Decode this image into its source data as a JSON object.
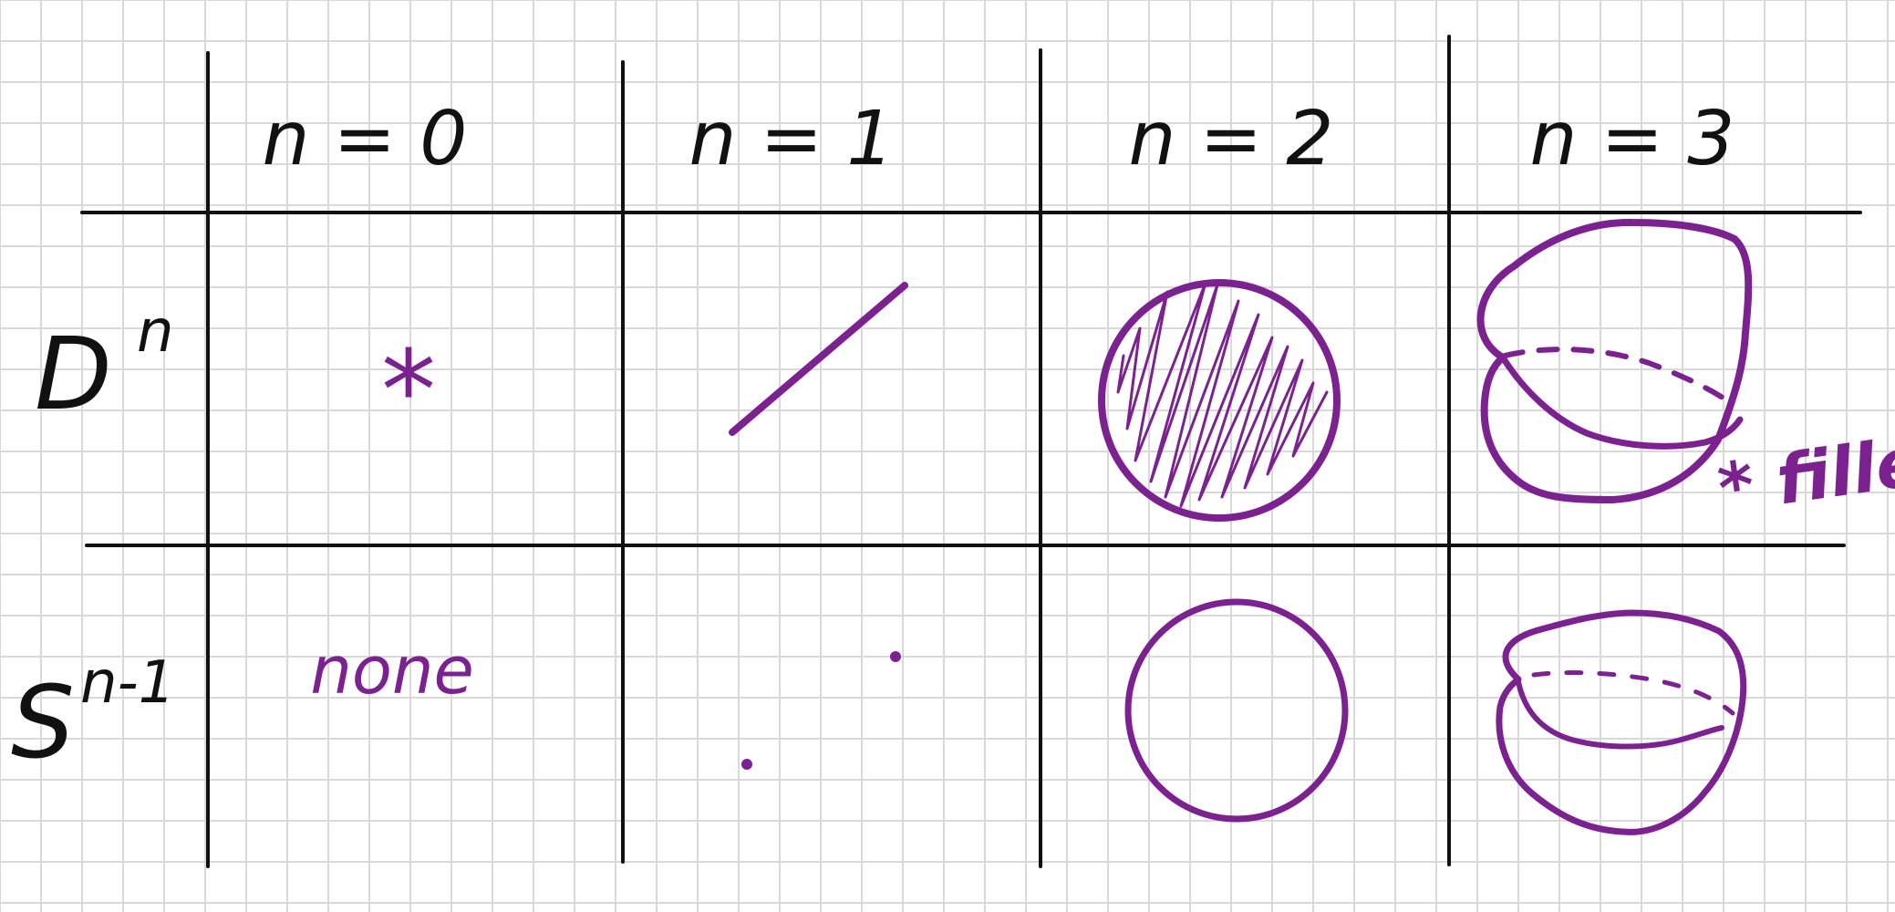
{
  "colors": {
    "paper": "#ffffff",
    "grid": "#d9d9d9",
    "ink": "#111111",
    "accent": "#7b2290"
  },
  "table": {
    "columns": [
      "n = 0",
      "n = 1",
      "n = 2",
      "n = 3"
    ],
    "rows": [
      {
        "label": "D",
        "superscript": "n"
      },
      {
        "label": "S",
        "superscript": "n-1"
      }
    ],
    "cells": {
      "disk_n0": "*",
      "sphere_n0": "none"
    },
    "note": "* filled"
  }
}
